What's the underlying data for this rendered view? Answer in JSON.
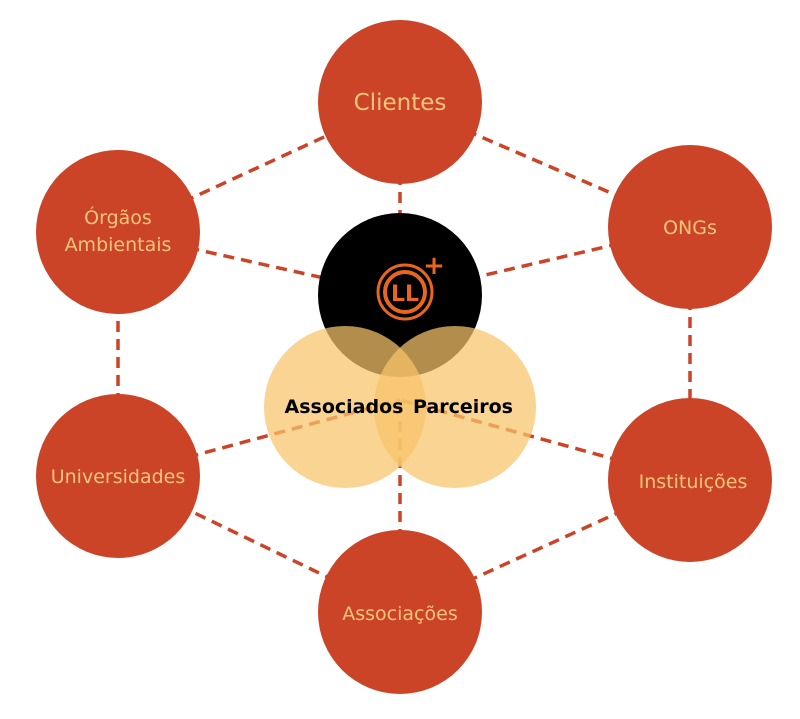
{
  "colors": {
    "node_fill": "#CB4427",
    "node_text": "#F6C57B",
    "connector": "#CB4427",
    "core_fill": "#000000",
    "overlap_fill": "#F6C469",
    "logo_ring": "#E9661F",
    "inner_text": "#000000"
  },
  "diagram": {
    "nodes": {
      "clientes": "Clientes",
      "ongs": "ONGs",
      "instituicoes": "Instituições",
      "associacoes": "Associações",
      "universidades": "Universidades",
      "orgaos_line1": "Órgãos",
      "orgaos_line2": "Ambientais"
    },
    "center": {
      "logo_text": "LL",
      "logo_plus": "+",
      "left_circle": "Associados",
      "right_circle": "Parceiros"
    }
  }
}
